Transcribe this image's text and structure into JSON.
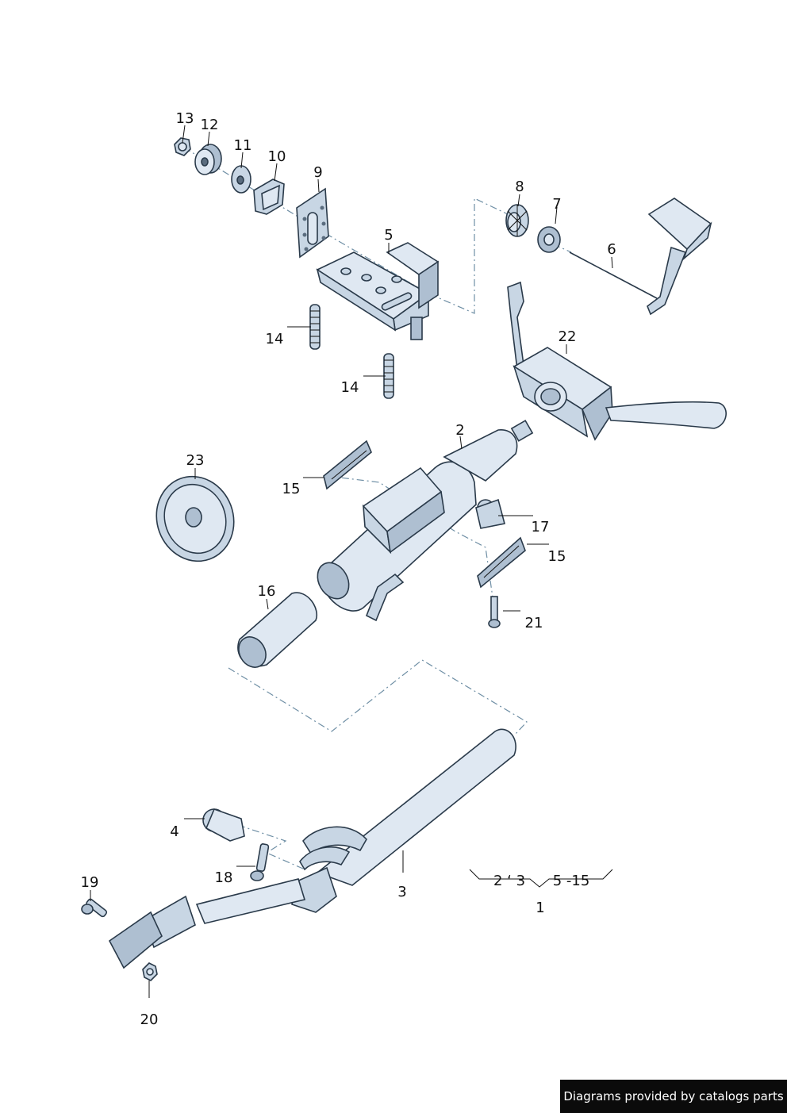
{
  "callouts": {
    "c1": "1",
    "c2": "2",
    "c3": "3",
    "c4": "4",
    "c5": "5",
    "c6": "6",
    "c7": "7",
    "c8": "8",
    "c9": "9",
    "c10": "10",
    "c11": "11",
    "c12": "12",
    "c13": "13",
    "c14a": "14",
    "c14b": "14",
    "c15a": "15",
    "c15b": "15",
    "c16": "16",
    "c17": "17",
    "c18": "18",
    "c19": "19",
    "c20": "20",
    "c21": "21",
    "c22": "22",
    "c23": "23"
  },
  "group_bracket": {
    "left_range": "2 ‘ 3",
    "right_range": "5 -15"
  },
  "footer": {
    "credit": "Diagrams provided by catalogs parts"
  }
}
